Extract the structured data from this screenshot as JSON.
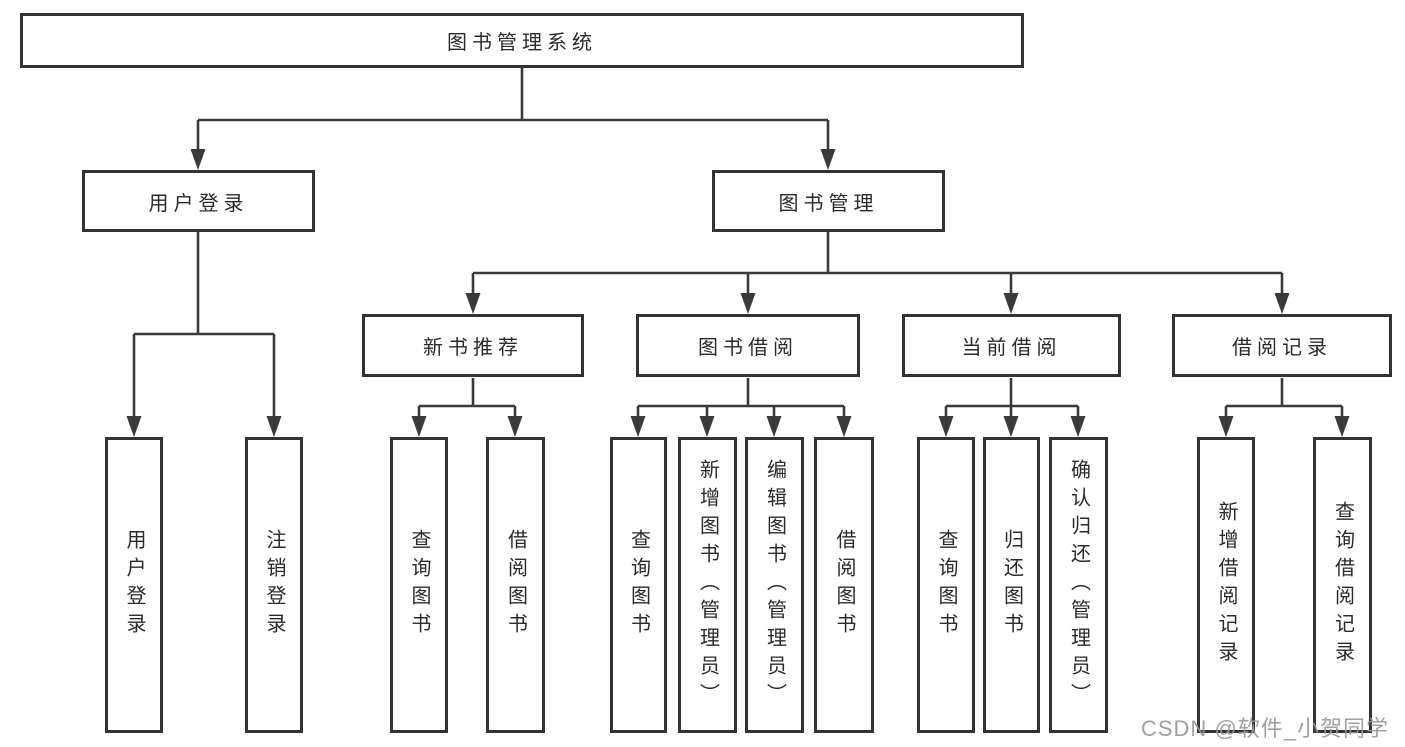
{
  "diagram": {
    "root": {
      "label": "图书管理系统"
    },
    "level2": [
      {
        "label": "用户登录",
        "children": [
          {
            "label": "用户登录"
          },
          {
            "label": "注销登录"
          }
        ]
      },
      {
        "label": "图书管理",
        "children": [
          {
            "label": "新书推荐",
            "children": [
              {
                "label": "查询图书"
              },
              {
                "label": "借阅图书"
              }
            ]
          },
          {
            "label": "图书借阅",
            "children": [
              {
                "label": "查询图书"
              },
              {
                "label": "新增图书（管理员）"
              },
              {
                "label": "编辑图书（管理员）"
              },
              {
                "label": "借阅图书"
              }
            ]
          },
          {
            "label": "当前借阅",
            "children": [
              {
                "label": "查询图书"
              },
              {
                "label": "归还图书"
              },
              {
                "label": "确认归还（管理员）"
              }
            ]
          },
          {
            "label": "借阅记录",
            "children": [
              {
                "label": "新增借阅记录"
              },
              {
                "label": "查询借阅记录"
              }
            ]
          }
        ]
      }
    ]
  },
  "watermark": {
    "text": "CSDN @软件_小贺同学"
  },
  "colors": {
    "background": "#ffffff",
    "line": "#3a3a3a",
    "box_border": "#333333",
    "text": "#2b2b2b",
    "watermark": "#989898"
  }
}
